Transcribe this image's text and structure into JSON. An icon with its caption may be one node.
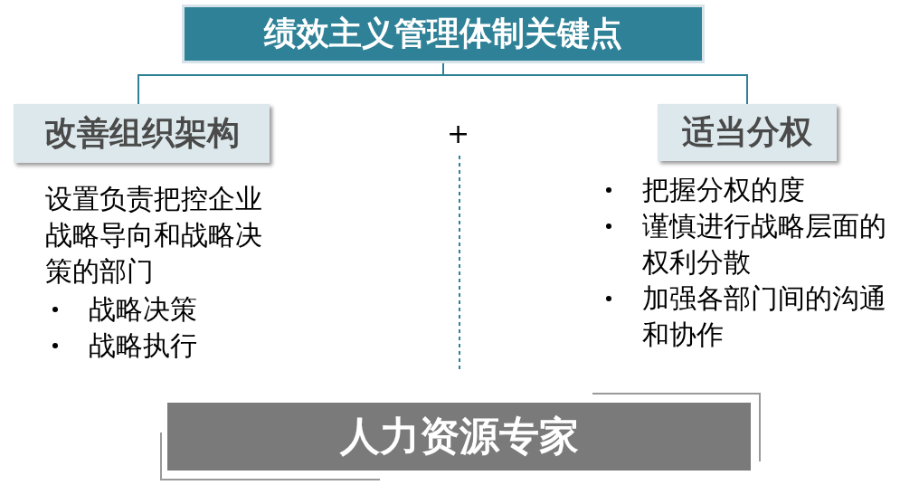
{
  "diagram": {
    "nodes": [
      {
        "text": [
          "绩效主义管理体制关键点"
        ]
      },
      {
        "text": [
          "改善组织架构"
        ]
      },
      {
        "text": [
          "适当分权"
        ]
      },
      {
        "text": [
          "人力资源专家"
        ]
      }
    ],
    "edges": [
      {
        "from": 0,
        "to": 1,
        "arrow": "none"
      },
      {
        "from": 0,
        "to": 2,
        "arrow": "none"
      }
    ],
    "labels": [
      "+",
      "设置负责把控企业战略导向和战略决策的部门",
      "战略决策",
      "战略执行",
      "把握分权的度",
      "谨慎进行战略层面的权利分散",
      "加强各部门间的沟通和协作"
    ]
  }
}
